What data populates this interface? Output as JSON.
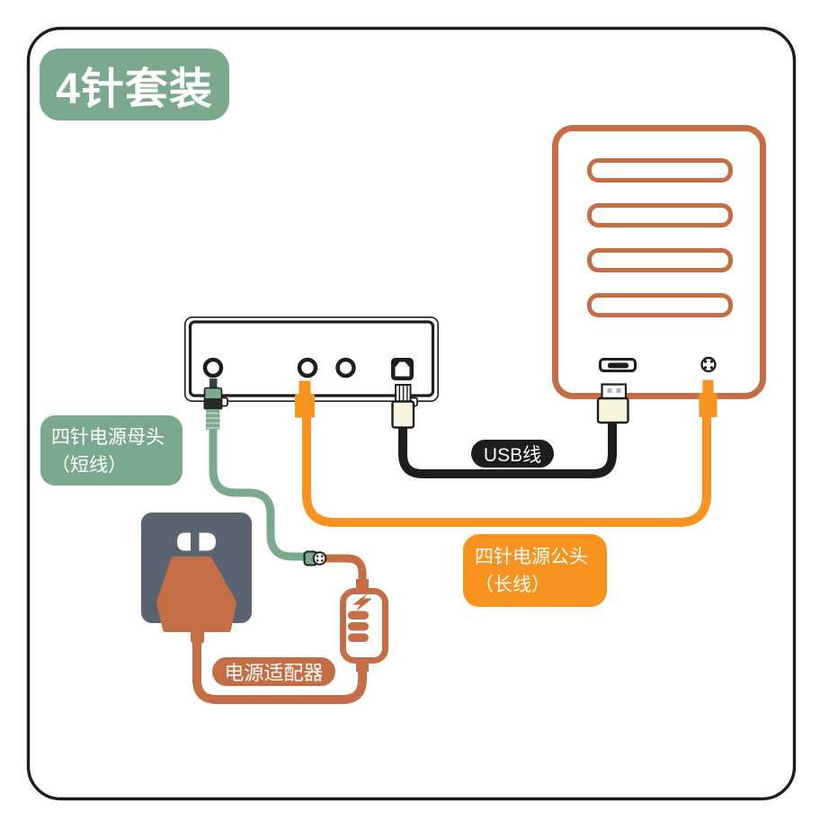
{
  "title": {
    "badge": "4针套装"
  },
  "labels": {
    "female_plug": {
      "line1": "四针电源母头",
      "line2": "（短线）"
    },
    "usb_cable": {
      "text": "USB线"
    },
    "male_plug": {
      "line1": "四针电源公头",
      "line2": "（长线）"
    },
    "power_adapter": {
      "text": "电源适配器"
    }
  },
  "colors": {
    "green": "#7BA98C",
    "orange": "#F7931E",
    "terracotta": "#C56E46",
    "slate": "#5A6370",
    "cream": "#F7F3DD",
    "ink": "#1D1D1B",
    "white": "#FFFFFF"
  },
  "icons": {
    "adapter_indicator": "lightning-bolt-icon",
    "wall_socket": "two-prong-socket-icon",
    "four_pin_port": "four-dot-circle-icon"
  }
}
